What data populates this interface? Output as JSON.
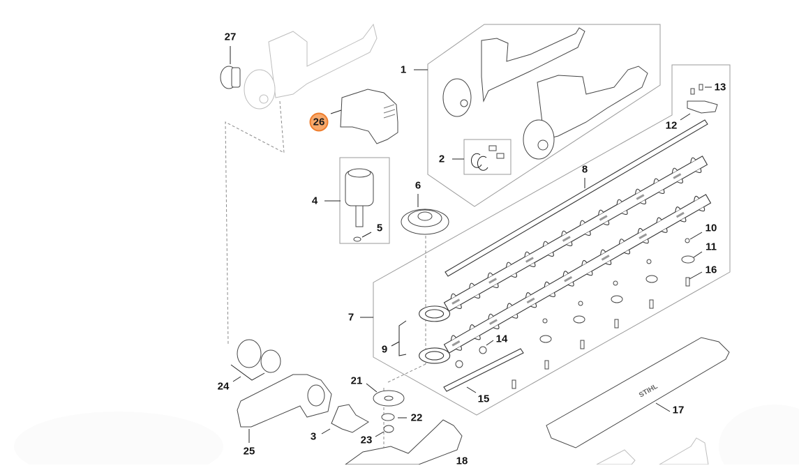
{
  "diagram": {
    "type": "exploded-parts-diagram",
    "subject": "hedge trimmer",
    "highlighted_part": "26",
    "highlight_color": "#f7a86a",
    "highlight_border_color": "#ef7d2c",
    "brand_text_on_part_17": "STIHL",
    "callouts": [
      {
        "id": "c1",
        "label": "1",
        "part": "housing-set"
      },
      {
        "id": "c2",
        "label": "2",
        "part": "retaining-rings-and-pads"
      },
      {
        "id": "c3",
        "label": "3",
        "part": "bracket"
      },
      {
        "id": "c4",
        "label": "4",
        "part": "electric-motor"
      },
      {
        "id": "c5",
        "label": "5",
        "part": "o-ring"
      },
      {
        "id": "c6",
        "label": "6",
        "part": "gear-wheel"
      },
      {
        "id": "c7",
        "label": "7",
        "part": "cutter-blade-set"
      },
      {
        "id": "c8",
        "label": "8",
        "part": "blade-guide-bar"
      },
      {
        "id": "c9",
        "label": "9",
        "part": "cutter-blades"
      },
      {
        "id": "c10",
        "label": "10",
        "part": "spacer"
      },
      {
        "id": "c11",
        "label": "11",
        "part": "washer"
      },
      {
        "id": "c12",
        "label": "12",
        "part": "tip-guard"
      },
      {
        "id": "c13",
        "label": "13",
        "part": "screw"
      },
      {
        "id": "c14",
        "label": "14",
        "part": "spacer-sleeve"
      },
      {
        "id": "c15",
        "label": "15",
        "part": "guide-plate"
      },
      {
        "id": "c16",
        "label": "16",
        "part": "screw"
      },
      {
        "id": "c17",
        "label": "17",
        "part": "blade-scabbard"
      },
      {
        "id": "c18",
        "label": "18",
        "part": "gear-housing"
      },
      {
        "id": "c21",
        "label": "21",
        "part": "washer"
      },
      {
        "id": "c22",
        "label": "22",
        "part": "circlip"
      },
      {
        "id": "c23",
        "label": "23",
        "part": "bearing"
      },
      {
        "id": "c24",
        "label": "24",
        "part": "pinion-and-sleeve"
      },
      {
        "id": "c25",
        "label": "25",
        "part": "handle-housing"
      },
      {
        "id": "c26",
        "label": "26",
        "part": "motor-cover"
      },
      {
        "id": "c27",
        "label": "27",
        "part": "cap"
      }
    ]
  }
}
